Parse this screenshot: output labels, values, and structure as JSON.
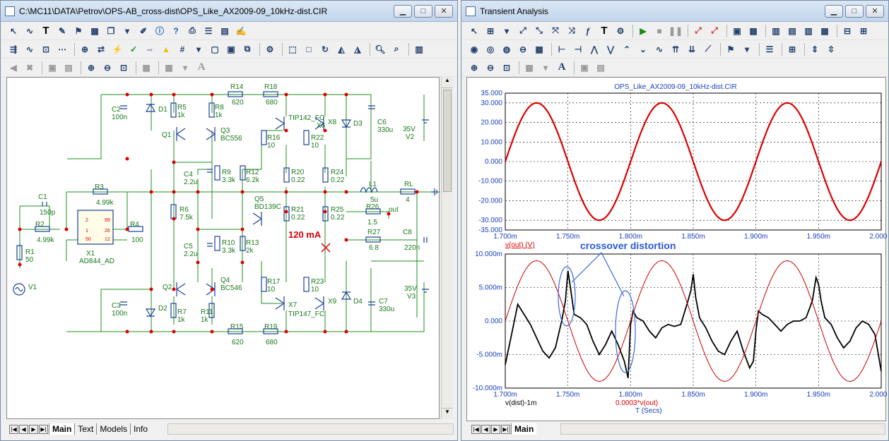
{
  "left_window": {
    "title": "C:\\MC11\\DATA\\Petrov\\OPS-AB_cross-dist\\OPS_Like_AX2009-09_10kHz-dist.CIR",
    "tabs": [
      "Main",
      "Text",
      "Models",
      "Info"
    ],
    "active_tab": "Main"
  },
  "right_window": {
    "title": "Transient Analysis",
    "tabs": [
      "Main"
    ],
    "active_tab": "Main"
  },
  "schematic": {
    "components": [
      {
        "ref": "C2",
        "value": "100n"
      },
      {
        "ref": "D1",
        "value": ""
      },
      {
        "ref": "R5",
        "value": "1k"
      },
      {
        "ref": "R8",
        "value": "1k"
      },
      {
        "ref": "R14",
        "value": "620"
      },
      {
        "ref": "R18",
        "value": "680"
      },
      {
        "ref": "Q1",
        "value": ""
      },
      {
        "ref": "Q3",
        "value": "BC556"
      },
      {
        "ref": "X6",
        "value": "TIP142_FC"
      },
      {
        "ref": "X8",
        "value": ""
      },
      {
        "ref": "D3",
        "value": ""
      },
      {
        "ref": "C6",
        "value": "330u"
      },
      {
        "ref": "V2",
        "value": "35V"
      },
      {
        "ref": "R16",
        "value": "10"
      },
      {
        "ref": "R22",
        "value": "10"
      },
      {
        "ref": "C4",
        "value": "2.2u"
      },
      {
        "ref": "R9",
        "value": "3.3k"
      },
      {
        "ref": "R12",
        "value": "6.2k"
      },
      {
        "ref": "R20",
        "value": "0.22"
      },
      {
        "ref": "R24",
        "value": "0.22"
      },
      {
        "ref": "L1",
        "value": "5u"
      },
      {
        "ref": "RL",
        "value": "4"
      },
      {
        "ref": "C1",
        "value": "150p"
      },
      {
        "ref": "R3",
        "value": "4.99k"
      },
      {
        "ref": "R2",
        "value": "4.99k"
      },
      {
        "ref": "R4",
        "value": "100"
      },
      {
        "ref": "R1",
        "value": "50"
      },
      {
        "ref": "X1",
        "value": "AD844_AD"
      },
      {
        "ref": "V1",
        "value": ""
      },
      {
        "ref": "R6",
        "value": "7.5k"
      },
      {
        "ref": "Q5",
        "value": "BD139C"
      },
      {
        "ref": "R21",
        "value": "0.22"
      },
      {
        "ref": "R25",
        "value": "0.22"
      },
      {
        "ref": "R26",
        "value": "1.5"
      },
      {
        "ref": "R27",
        "value": "6.8"
      },
      {
        "ref": "C8",
        "value": "220n"
      },
      {
        "ref": "C5",
        "value": "2.2u"
      },
      {
        "ref": "R10",
        "value": "3.3k"
      },
      {
        "ref": "R13",
        "value": "2k"
      },
      {
        "ref": "Q2",
        "value": ""
      },
      {
        "ref": "Q4",
        "value": "BC546"
      },
      {
        "ref": "R17",
        "value": "10"
      },
      {
        "ref": "R23",
        "value": "10"
      },
      {
        "ref": "D4",
        "value": ""
      },
      {
        "ref": "C7",
        "value": "330u"
      },
      {
        "ref": "V3",
        "value": "35V"
      },
      {
        "ref": "C3",
        "value": "100n"
      },
      {
        "ref": "D2",
        "value": ""
      },
      {
        "ref": "R7",
        "value": "1k"
      },
      {
        "ref": "R11",
        "value": "1k"
      },
      {
        "ref": "X7",
        "value": "TIP147_FC"
      },
      {
        "ref": "X9",
        "value": ""
      },
      {
        "ref": "R15",
        "value": "620"
      },
      {
        "ref": "R19",
        "value": "680"
      }
    ],
    "annotation": "120 mA",
    "node_label": "out",
    "pin_labels": [
      "2",
      "1",
      "50",
      "99",
      "26",
      "12"
    ]
  },
  "chart_data": [
    {
      "type": "line",
      "title": "OPS_Like_AX2009-09_10kHz-dist.CIR",
      "xlabel": "v(out) (V)",
      "ylabel": "",
      "xlim": [
        0.0017,
        0.002
      ],
      "ylim": [
        -35,
        35
      ],
      "x_ticks": [
        "1.700m",
        "1.750m",
        "1.800m",
        "1.850m",
        "1.900m",
        "1.950m",
        "2.000m"
      ],
      "y_ticks": [
        "35.000",
        "30.000",
        "20.000",
        "10.000",
        "0.000",
        "-10.000",
        "-20.000",
        "-30.000",
        "-35.000"
      ],
      "grid": true,
      "series": [
        {
          "name": "v(out) (V)",
          "color": "#dd0000",
          "amplitude": 30,
          "frequency_hz": 10000,
          "phase_zero_at": 0.0017
        }
      ]
    },
    {
      "type": "line",
      "title": "",
      "xlabel": "T (Secs)",
      "ylabel": "",
      "xlim": [
        0.0017,
        0.002
      ],
      "ylim": [
        -10,
        10
      ],
      "x_ticks": [
        "1.700m",
        "1.750m",
        "1.800m",
        "1.850m",
        "1.900m",
        "1.950m",
        "2.000m"
      ],
      "y_ticks": [
        "10.000m",
        "5.000m",
        "0.000",
        "-5.000m",
        "-10.000m"
      ],
      "grid": true,
      "annotation": "crossover distortion",
      "series": [
        {
          "name": "v(dist)-1m",
          "color": "#000000",
          "x": [
            1.7,
            1.705,
            1.71,
            1.715,
            1.72,
            1.725,
            1.73,
            1.735,
            1.74,
            1.745,
            1.748,
            1.75,
            1.752,
            1.755,
            1.76,
            1.765,
            1.77,
            1.775,
            1.78,
            1.785,
            1.79,
            1.795,
            1.798,
            1.8,
            1.802,
            1.805,
            1.81,
            1.815,
            1.82,
            1.825,
            1.83,
            1.835,
            1.84,
            1.845,
            1.848,
            1.85,
            1.852,
            1.855,
            1.86,
            1.865,
            1.87,
            1.875,
            1.88,
            1.885,
            1.89,
            1.895,
            1.898,
            1.9,
            1.902,
            1.905,
            1.91,
            1.915,
            1.92,
            1.925,
            1.93,
            1.935,
            1.94,
            1.945,
            1.948,
            1.95,
            1.952,
            1.955,
            1.96,
            1.965,
            1.97,
            1.975,
            1.98,
            1.985,
            1.99,
            1.995,
            2.0
          ],
          "y": [
            -6.5,
            -2.0,
            2.5,
            1.0,
            -0.5,
            -2.5,
            -4.5,
            -5.5,
            -4.0,
            0.0,
            3.0,
            7.5,
            5.0,
            1.0,
            0.5,
            -0.5,
            -3.0,
            -5.0,
            -3.5,
            -1.5,
            -3.5,
            -6.0,
            -8.5,
            -0.5,
            1.5,
            0.5,
            0.0,
            -1.5,
            -2.5,
            -1.0,
            -0.5,
            -0.8,
            -0.5,
            2.5,
            4.5,
            7.0,
            3.5,
            0.5,
            -1.0,
            -3.0,
            -4.5,
            -5.0,
            -3.0,
            -1.5,
            -4.5,
            -7.0,
            -6.0,
            -1.5,
            1.5,
            1.0,
            0.5,
            -0.5,
            -1.5,
            -0.5,
            0.0,
            0.0,
            0.5,
            3.0,
            6.5,
            5.5,
            3.0,
            0.5,
            -0.5,
            -2.5,
            -4.0,
            -3.0,
            -1.0,
            0.0,
            -0.5,
            -2.0,
            -7.5
          ]
        },
        {
          "name": "0.0003*v(out)",
          "color": "#cc0000",
          "amplitude": 9,
          "frequency_hz": 10000,
          "phase_zero_at": 0.0017
        }
      ]
    }
  ]
}
